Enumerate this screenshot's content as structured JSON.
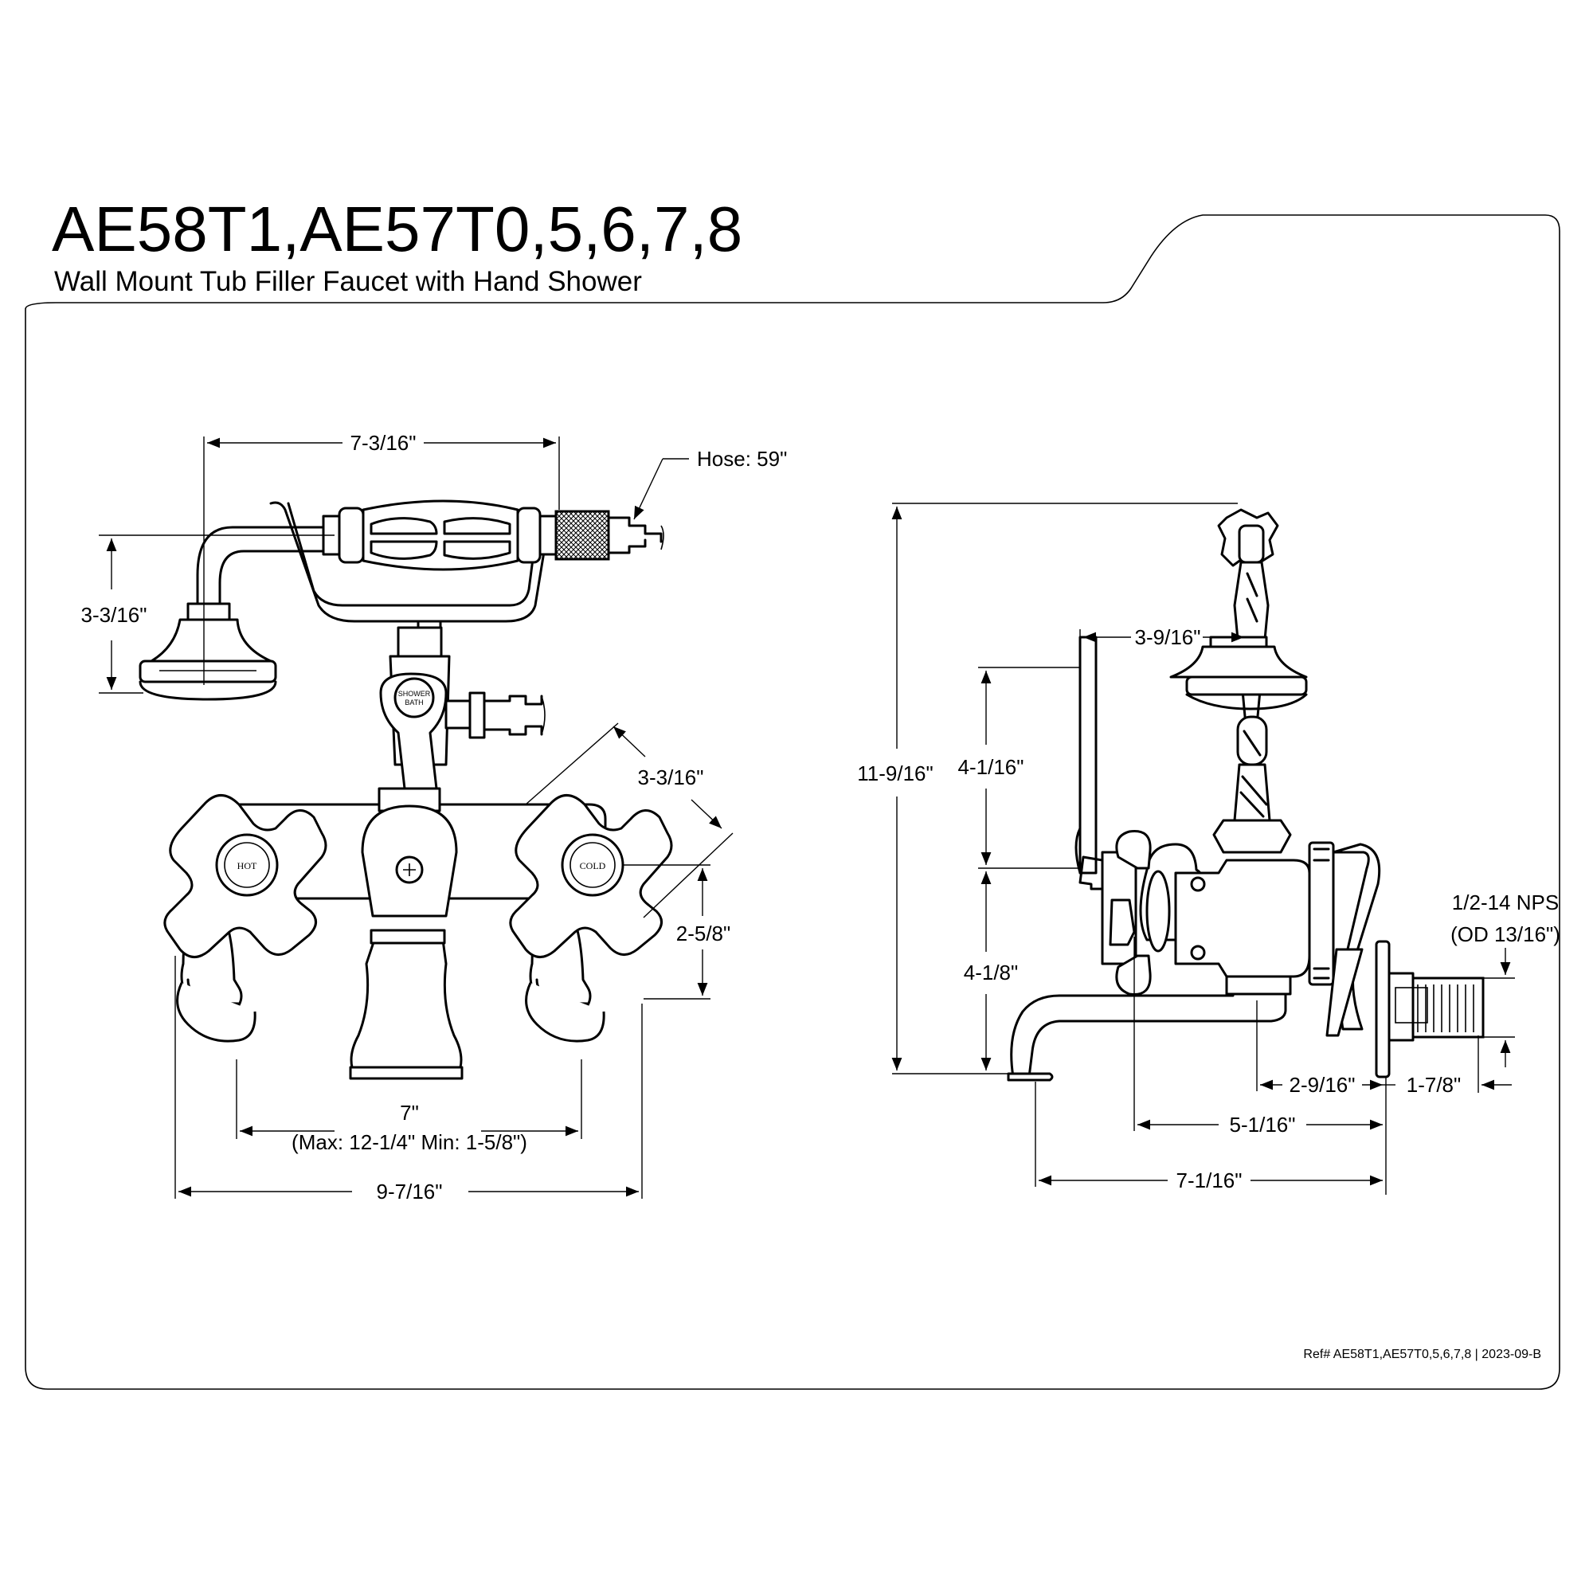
{
  "header": {
    "model": "AE58T1,AE57T0,5,6,7,8",
    "description": "Wall Mount Tub Filler Faucet with Hand Shower"
  },
  "front_view": {
    "hand_shower_width": "7-3/16\"",
    "hose_callout": "Hose: 59\"",
    "hand_shower_height": "3-3/16\"",
    "diverter_label_top": "SHOWER",
    "diverter_label_bottom": "BATH",
    "arm_offset": "3-3/16\"",
    "hot_label": "HOT",
    "cold_label": "COLD",
    "center_to_top": "2-5/8\"",
    "center_spacing": "7\"",
    "center_spacing_range": "(Max: 12-1/4\" Min: 1-5/8\")",
    "overall_width": "9-7/16\""
  },
  "side_view": {
    "overall_height": "11-9/16\"",
    "cradle_offset": "3-9/16\"",
    "upper_height": "4-1/16\"",
    "lower_height": "4-1/8\"",
    "thread_spec": "1/2-14 NPS",
    "thread_od": "(OD 13/16\")",
    "wall_to_body": "2-9/16\"",
    "inlet_length": "1-7/8\"",
    "handle_projection": "5-1/16\"",
    "spout_reach": "7-1/16\""
  },
  "footer": {
    "ref": "Ref# AE58T1,AE57T0,5,6,7,8 | 2023-09-B"
  }
}
